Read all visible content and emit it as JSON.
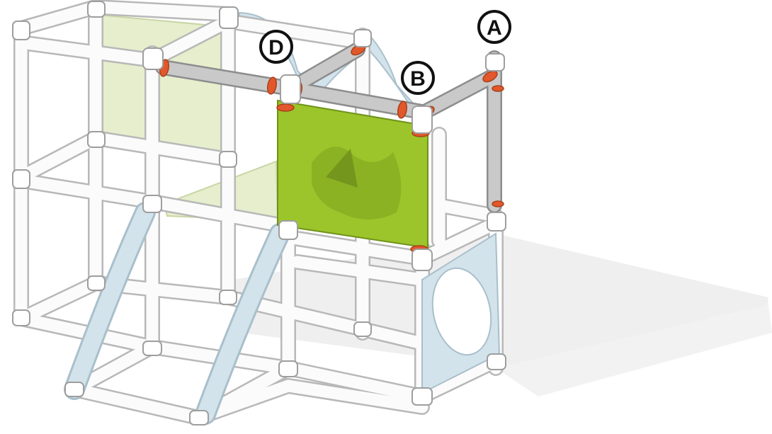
{
  "callouts": [
    {
      "id": "A",
      "label": "A"
    },
    {
      "id": "B",
      "label": "B"
    },
    {
      "id": "D",
      "label": "D"
    }
  ],
  "colors": {
    "frame_white": "#fbfbfb",
    "frame_outline": "#b5b5b5",
    "highlight_tube": "#c9c9c9",
    "connector_orange": "#e2582a",
    "panel_green": "#9bc52a",
    "panel_ghost": "#e7efd0",
    "slide_blue": "#cfe1ea",
    "shadow": "#eeeeee"
  }
}
